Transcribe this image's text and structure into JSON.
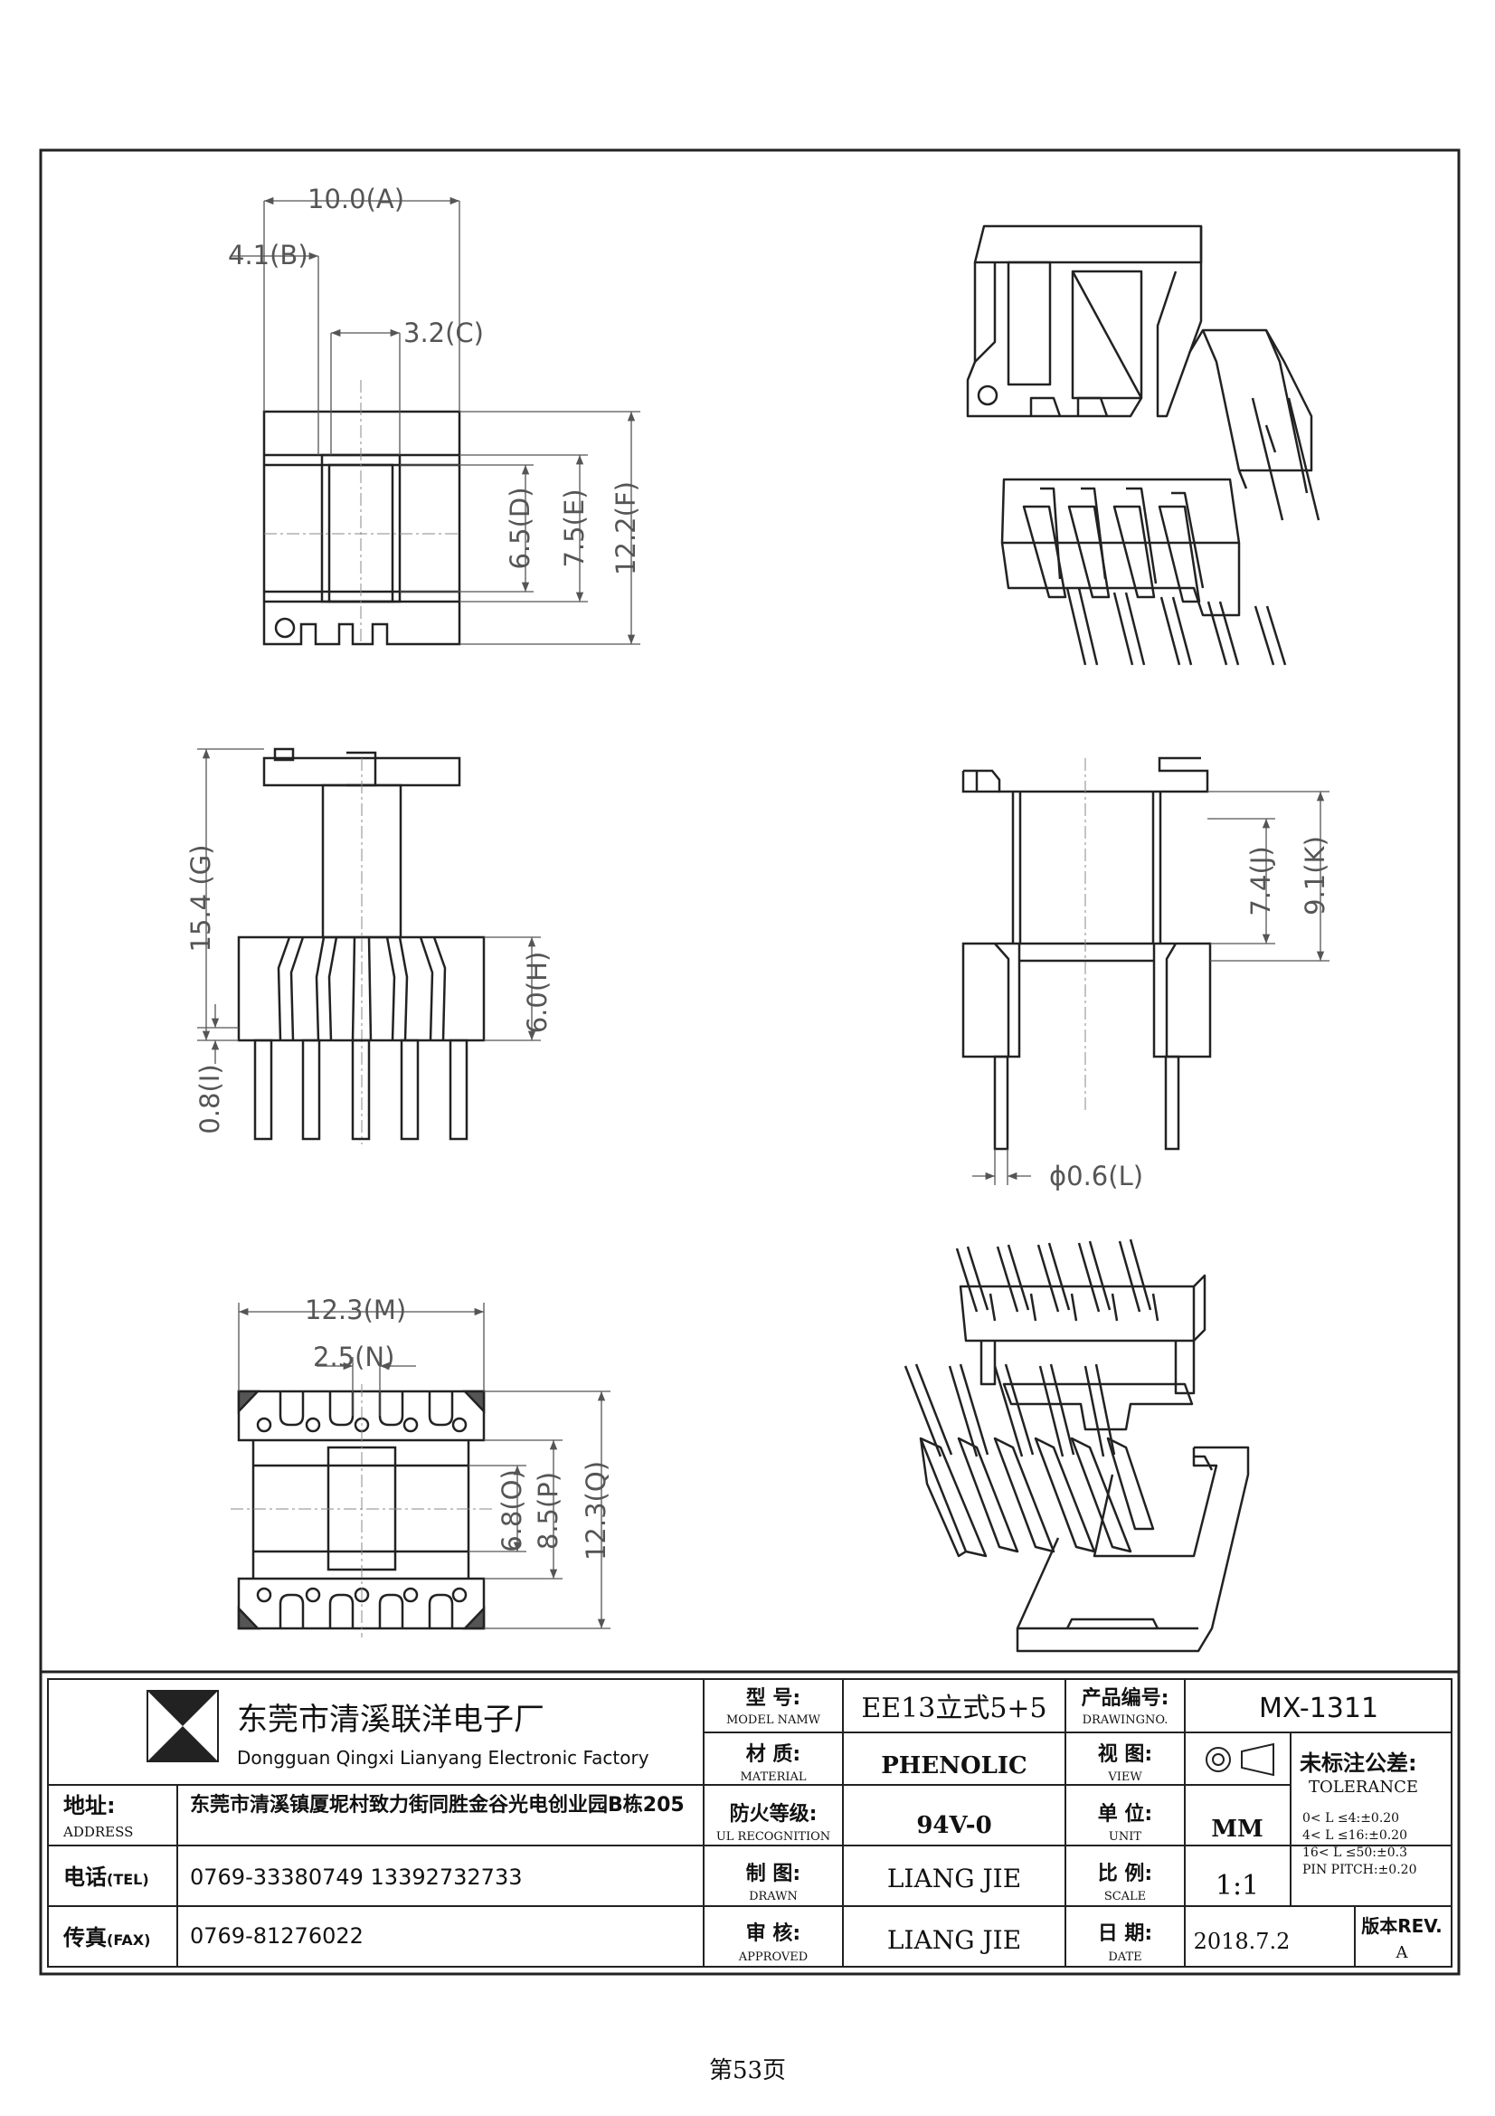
{
  "dims": {
    "A": "10.0(A)",
    "B": "4.1(B)",
    "C": "3.2(C)",
    "D": "6.5(D)",
    "E": "7.5(E)",
    "F": "12.2(F)",
    "G": "15.4 (G)",
    "H": "6.0(H)",
    "I": "0.8(I)",
    "J": "7.4(J)",
    "K": "9.1(K)",
    "L": "ϕ0.6(L)",
    "M": "12.3(M)",
    "N": "2.5(N)",
    "O": "6.8(O)",
    "P": "8.5(P)",
    "Q": "12.3(Q)"
  },
  "company": {
    "name_cn": "东莞市清溪联洋电子厂",
    "name_en": "Dongguan Qingxi Lianyang Electronic Factory",
    "address_label_cn": "地址:",
    "address_label_en": "ADDRESS",
    "address": "东莞市清溪镇厦坭村致力街同胜金谷光电创业园B栋205",
    "tel_label_cn": "电话",
    "tel_label_en": "(TEL)",
    "tel": "0769-33380749   13392732733",
    "fax_label_cn": "传真",
    "fax_label_en": "(FAX)",
    "fax": "0769-81276022"
  },
  "fields": {
    "model_label_cn": "型  号:",
    "model_label_en": "MODEL NAMW",
    "model": "EE13立式5+5",
    "drawingno_label_cn": "产品编号:",
    "drawingno_label_en": "DRAWINGNO.",
    "drawingno": "MX-1311",
    "material_label_cn": "材  质:",
    "material_label_en": "MATERIAL",
    "material": "PHENOLIC",
    "view_label_cn": "视  图:",
    "view_label_en": "VIEW",
    "tolerance_label_cn": "未标注公差:",
    "tolerance_label_en": "TOLERANCE",
    "tolerance_lines": [
      "0< L ≤4:±0.20",
      "4< L ≤16:±0.20",
      "16< L ≤50:±0.3",
      "PIN PITCH:±0.20"
    ],
    "ul_label_cn": "防火等级:",
    "ul_label_en": "UL RECOGNITION",
    "ul": "94V-0",
    "unit_label_cn": "单  位:",
    "unit_label_en": "UNIT",
    "unit": "MM",
    "drawn_label_cn": "制  图:",
    "drawn_label_en": "DRAWN",
    "drawn": "LIANG JIE",
    "scale_label_cn": "比  例:",
    "scale_label_en": "SCALE",
    "scale": "1:1",
    "approved_label_cn": "审  核:",
    "approved_label_en": "APPROVED",
    "approved": "LIANG JIE",
    "date_label_cn": "日  期:",
    "date_label_en": "DATE",
    "date": "2018.7.2",
    "rev_label": "版本REV.",
    "rev": "A"
  },
  "footer": {
    "page": "第53页"
  }
}
